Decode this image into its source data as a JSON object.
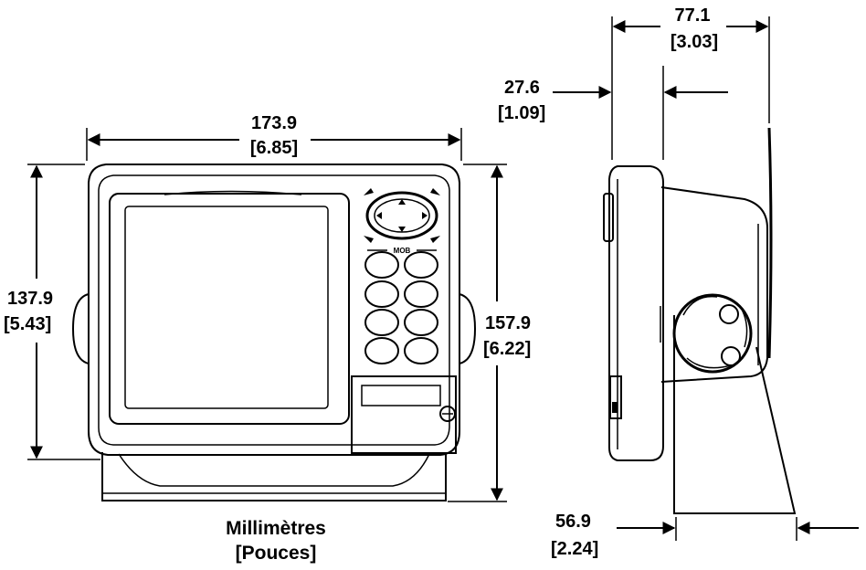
{
  "dimensions": {
    "front_width": {
      "mm": "173.9",
      "in": "[6.85]"
    },
    "front_height": {
      "mm": "137.9",
      "in": "[5.43]"
    },
    "total_height": {
      "mm": "157.9",
      "in": "[6.22]"
    },
    "side_depth_total": {
      "mm": "77.1",
      "in": "[3.03]"
    },
    "side_depth_case": {
      "mm": "27.6",
      "in": "[1.09]"
    },
    "bracket_depth": {
      "mm": "56.9",
      "in": "[2.24]"
    }
  },
  "caption": {
    "line1": "Millimètres",
    "line2": "[Pouces]"
  },
  "keypad_label": "MOB"
}
